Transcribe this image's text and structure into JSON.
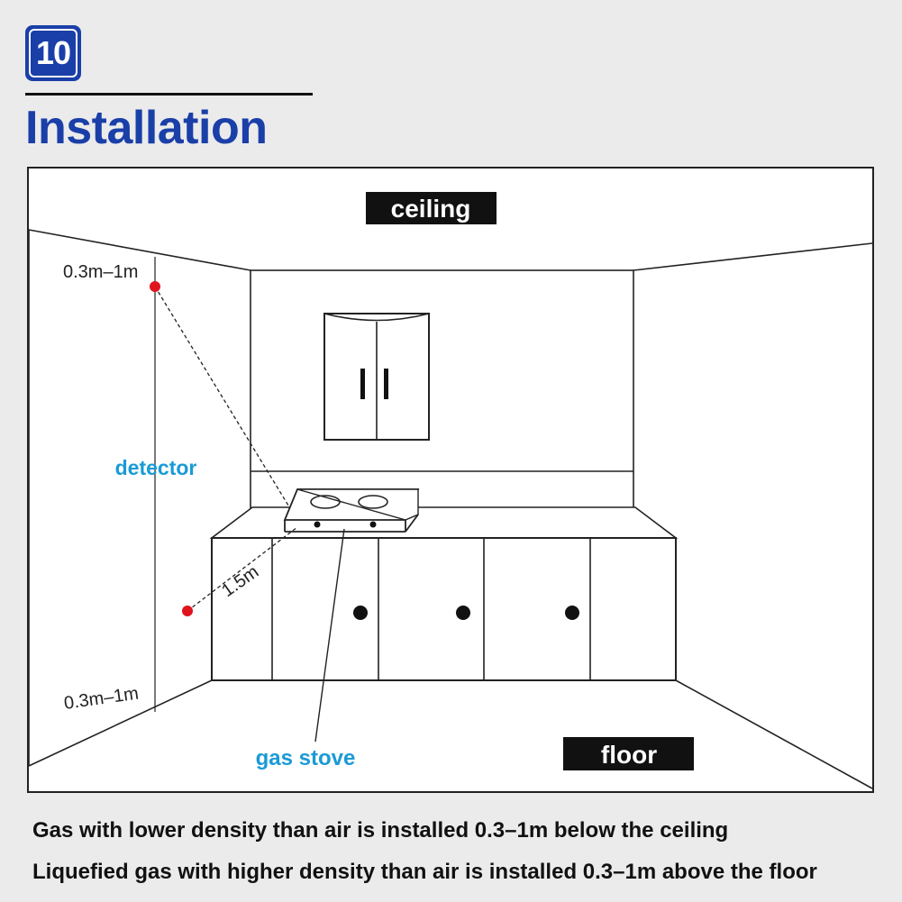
{
  "header": {
    "step_number": "10",
    "title": "Installation"
  },
  "diagram": {
    "labels": {
      "ceiling": "ceiling",
      "floor": "floor",
      "top_distance": "0.3m–1m",
      "bottom_distance": "0.3m–1m",
      "detector": "detector",
      "stove_distance": "1.5m",
      "gas_stove": "gas stove"
    },
    "colors": {
      "accent_blue": "#1a3fa8",
      "label_cyan": "#1a9ad6",
      "detector_red": "#e0141c",
      "line": "#222222"
    }
  },
  "captions": {
    "line1": "Gas with lower density than air is installed 0.3–1m below the ceiling",
    "line2": "Liquefied gas with higher density than air is installed 0.3–1m above the floor"
  }
}
